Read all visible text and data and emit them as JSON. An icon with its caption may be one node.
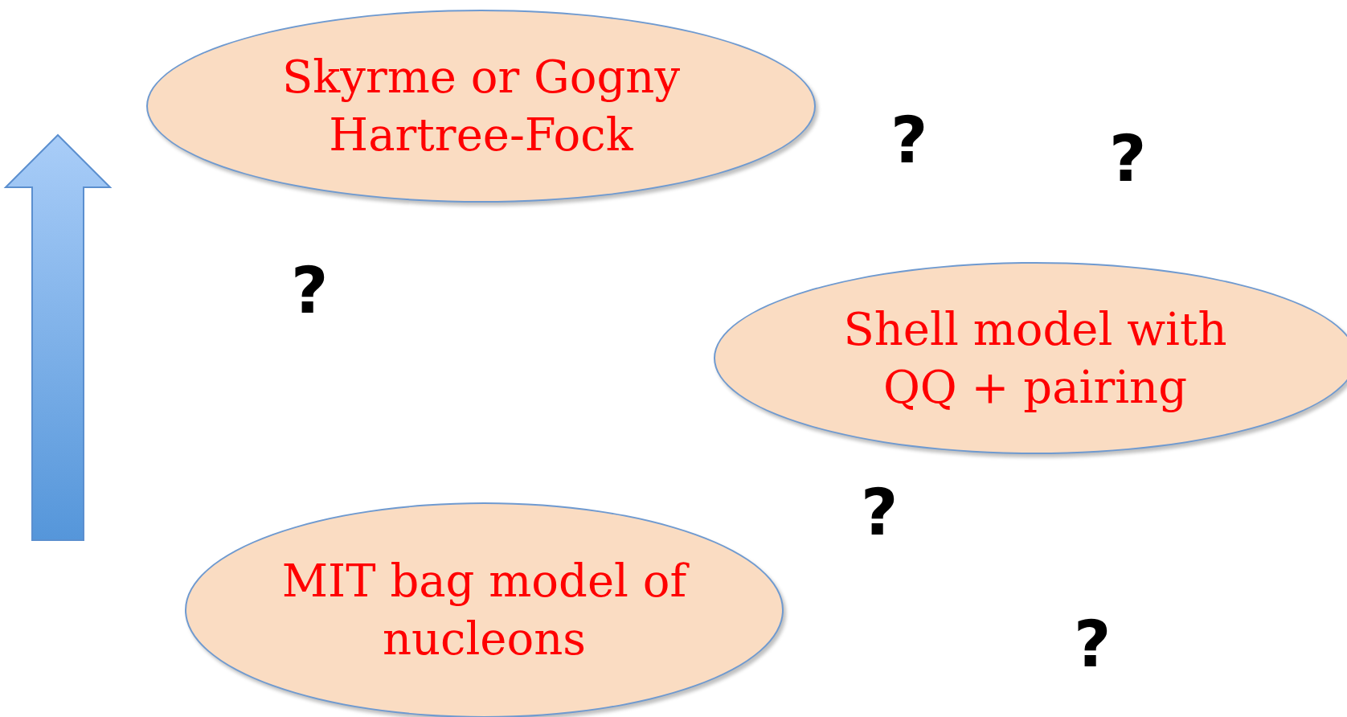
{
  "diagram": {
    "nodes": [
      {
        "text": [
          "Skyrme or Gogny Hartree-Fock"
        ]
      },
      {
        "text": [
          "Shell model with QQ + pairing"
        ]
      },
      {
        "text": [
          "MIT bag model of nucleons"
        ]
      }
    ],
    "labels": [
      "?",
      "?",
      "?",
      "?",
      "?"
    ]
  }
}
